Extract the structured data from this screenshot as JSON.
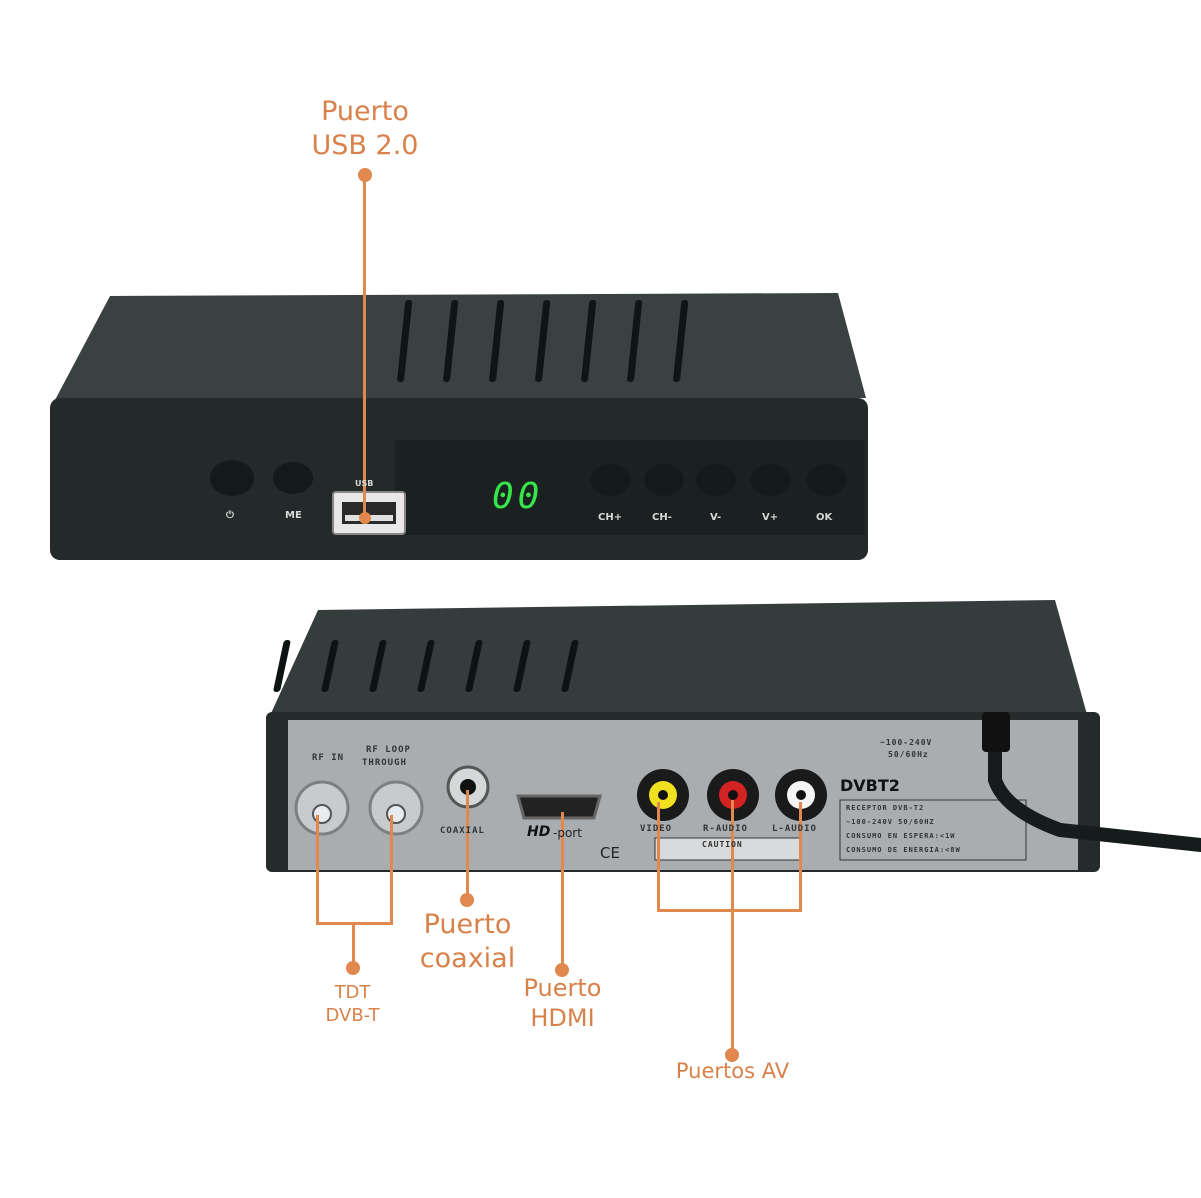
{
  "callouts": {
    "usb_line1": "Puerto",
    "usb_line2": "USB 2.0",
    "coaxial_line1": "Puerto",
    "coaxial_line2": "coaxial",
    "hdmi_line1": "Puerto",
    "hdmi_line2": "HDMI",
    "tdt_line1": "TDT",
    "tdt_line2": "DVB-T",
    "av": "Puertos AV"
  },
  "front_panel": {
    "display": "00",
    "usb_label": "USB",
    "buttons": [
      "ME",
      "CH+",
      "CH-",
      "V-",
      "V+",
      "OK"
    ],
    "power_symbol": "⏻"
  },
  "rear_panel": {
    "rf_in": "RF IN",
    "rf_loop_1": "RF LOOP",
    "rf_loop_2": "THROUGH",
    "coaxial": "COAXIAL",
    "hd": "HD",
    "port": "-port",
    "ce": "CE",
    "video": "VIDEO",
    "r_audio": "R-AUDIO",
    "l_audio": "L-AUDIO",
    "caution": "CAUTION",
    "voltage_1": "~100-240V",
    "voltage_2": "50/60Hz",
    "brand": "DVBT2",
    "info_1": "RECEPTOR DVB-T2",
    "info_2": "~100-240V 50/60HZ",
    "info_3": "CONSUMO EN ESPERA:<1W",
    "info_4": "CONSUMO DE ENERGIA:<8W"
  },
  "colors": {
    "accent": "#e0884d",
    "case": "#2a3130",
    "panel": "#a9adb0",
    "display": "#37e64a"
  }
}
